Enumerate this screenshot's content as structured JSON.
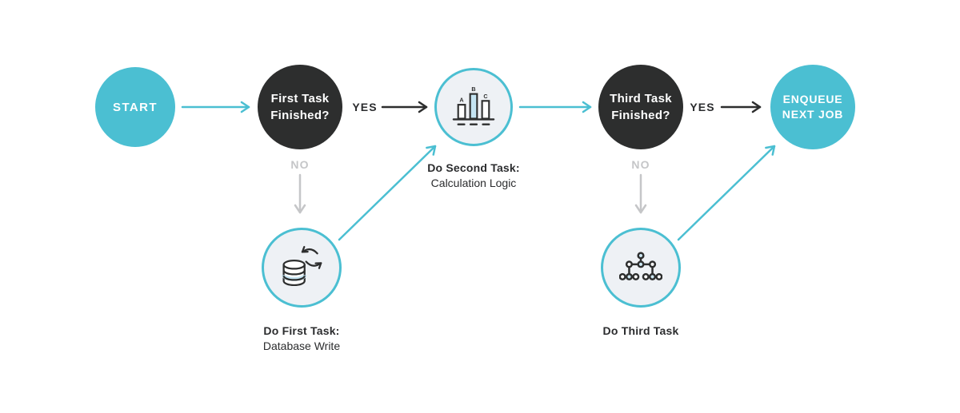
{
  "diagram": {
    "title": "task-flowchart",
    "colors": {
      "teal": "#4BBFD2",
      "dark": "#2D2E2E",
      "node_fill": "#EEF1F5",
      "gray_muted": "#C5C6C8",
      "text": "#2B2C2E",
      "icon_accent": "#C4E4F2",
      "background": "#FFFFFF"
    },
    "nodes": {
      "start": {
        "label": "START"
      },
      "first_decision": {
        "line1": "First Task",
        "line2": "Finished?"
      },
      "second_task": {
        "icon": "bar-chart-icon",
        "bar_labels": [
          "A",
          "B",
          "C"
        ],
        "caption_title": "Do Second Task:",
        "caption_subtitle": "Calculation Logic"
      },
      "third_decision": {
        "line1": "Third Task",
        "line2": "Finished?"
      },
      "enqueue": {
        "line1": "ENQUEUE",
        "line2": "NEXT JOB"
      },
      "first_task": {
        "icon": "database-sync-icon",
        "caption_title": "Do First Task:",
        "caption_subtitle": "Database Write"
      },
      "third_task": {
        "icon": "org-chart-icon",
        "caption_title": "Do Third Task"
      }
    },
    "edge_labels": {
      "yes_first": "YES",
      "no_first": "NO",
      "yes_third": "YES",
      "no_third": "NO"
    }
  }
}
